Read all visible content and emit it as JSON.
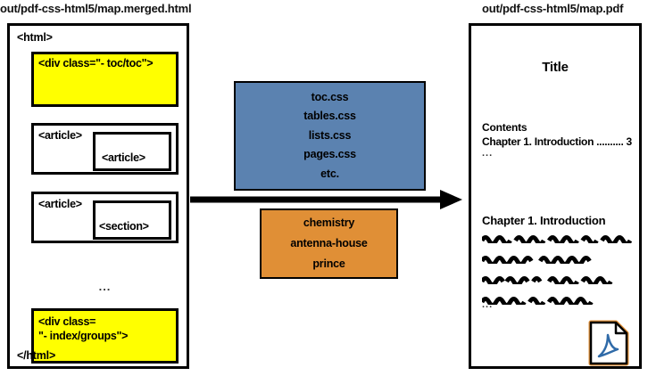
{
  "captions": {
    "source": "out/pdf-css-html5/map.merged.html",
    "output": "out/pdf-css-html5/map.pdf"
  },
  "html_panel": {
    "open_tag": "<html>",
    "close_tag": "</html>",
    "ellipsis": "...",
    "blocks": [
      {
        "label": "<div class=\"- toc/toc\">",
        "color": "#ffff00"
      },
      {
        "label": "<article>",
        "inner_label": "<article>"
      },
      {
        "label": "<article>",
        "inner_label": "<section>"
      },
      {
        "label": "<div class=\n\"- index/groups\">",
        "color": "#ffff00"
      }
    ]
  },
  "css_box": {
    "color": "#5b82b0",
    "items": [
      "toc.css",
      "tables.css",
      "lists.css",
      "pages.css",
      "etc."
    ]
  },
  "engines_box": {
    "color": "#e08f36",
    "items": [
      "chemistry",
      "antenna-house",
      "prince"
    ]
  },
  "arrow": {
    "direction": "right",
    "color": "#000000"
  },
  "pdf_panel": {
    "title": "Title",
    "contents_heading": "Contents",
    "contents_entry": "Chapter 1. Introduction .......... 3",
    "contents_more": "...",
    "chapter_heading": "Chapter 1. Introduction",
    "body_more": "...",
    "body_line_widths": [
      "100%",
      "80%",
      "100%",
      "87%"
    ],
    "file_icon": {
      "name": "pdf-file-icon",
      "border_color": "#e08f36",
      "glyph_color": "#2f6aa8"
    }
  }
}
